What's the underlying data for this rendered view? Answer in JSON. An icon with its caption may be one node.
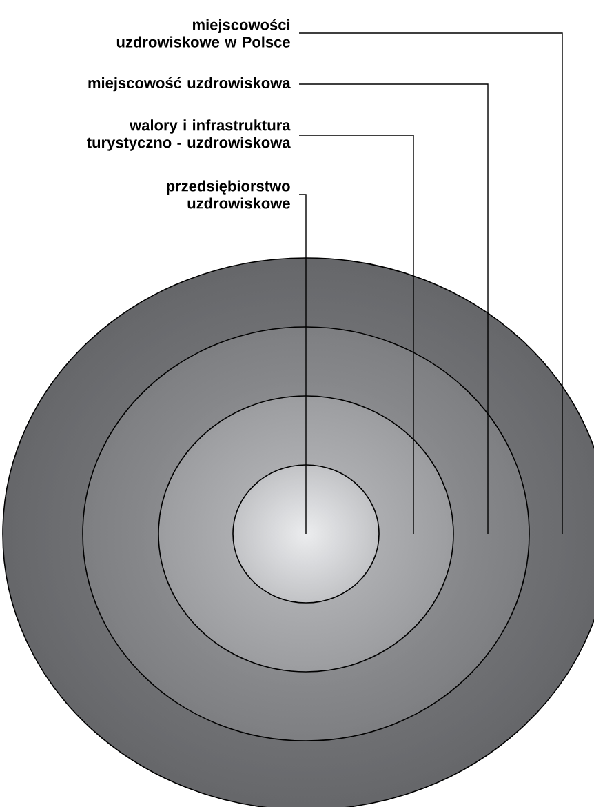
{
  "diagram": {
    "nodes": [
      {
        "text": [],
        "shape": "ellipse"
      },
      {
        "text": [],
        "shape": "ellipse",
        "in": 0
      },
      {
        "text": [],
        "shape": "ellipse",
        "in": 1
      },
      {
        "text": [],
        "shape": "ellipse",
        "in": 2
      },
      {
        "text": [
          "miejscowości uzdrowiskowe w Polsce"
        ]
      },
      {
        "text": [
          "miejscowość uzdrowiskowa"
        ]
      },
      {
        "text": [
          "walory i infrastruktura turystyczno - uzdrowiskowa"
        ]
      },
      {
        "text": [
          "przedsiębiorstwo uzdrowiskowe"
        ]
      }
    ],
    "edges": [
      {
        "from": 4,
        "to": 0,
        "arrow": "none"
      },
      {
        "from": 5,
        "to": 1,
        "arrow": "none"
      },
      {
        "from": 6,
        "to": 2,
        "arrow": "none"
      },
      {
        "from": 7,
        "to": 3,
        "arrow": "none"
      }
    ]
  }
}
